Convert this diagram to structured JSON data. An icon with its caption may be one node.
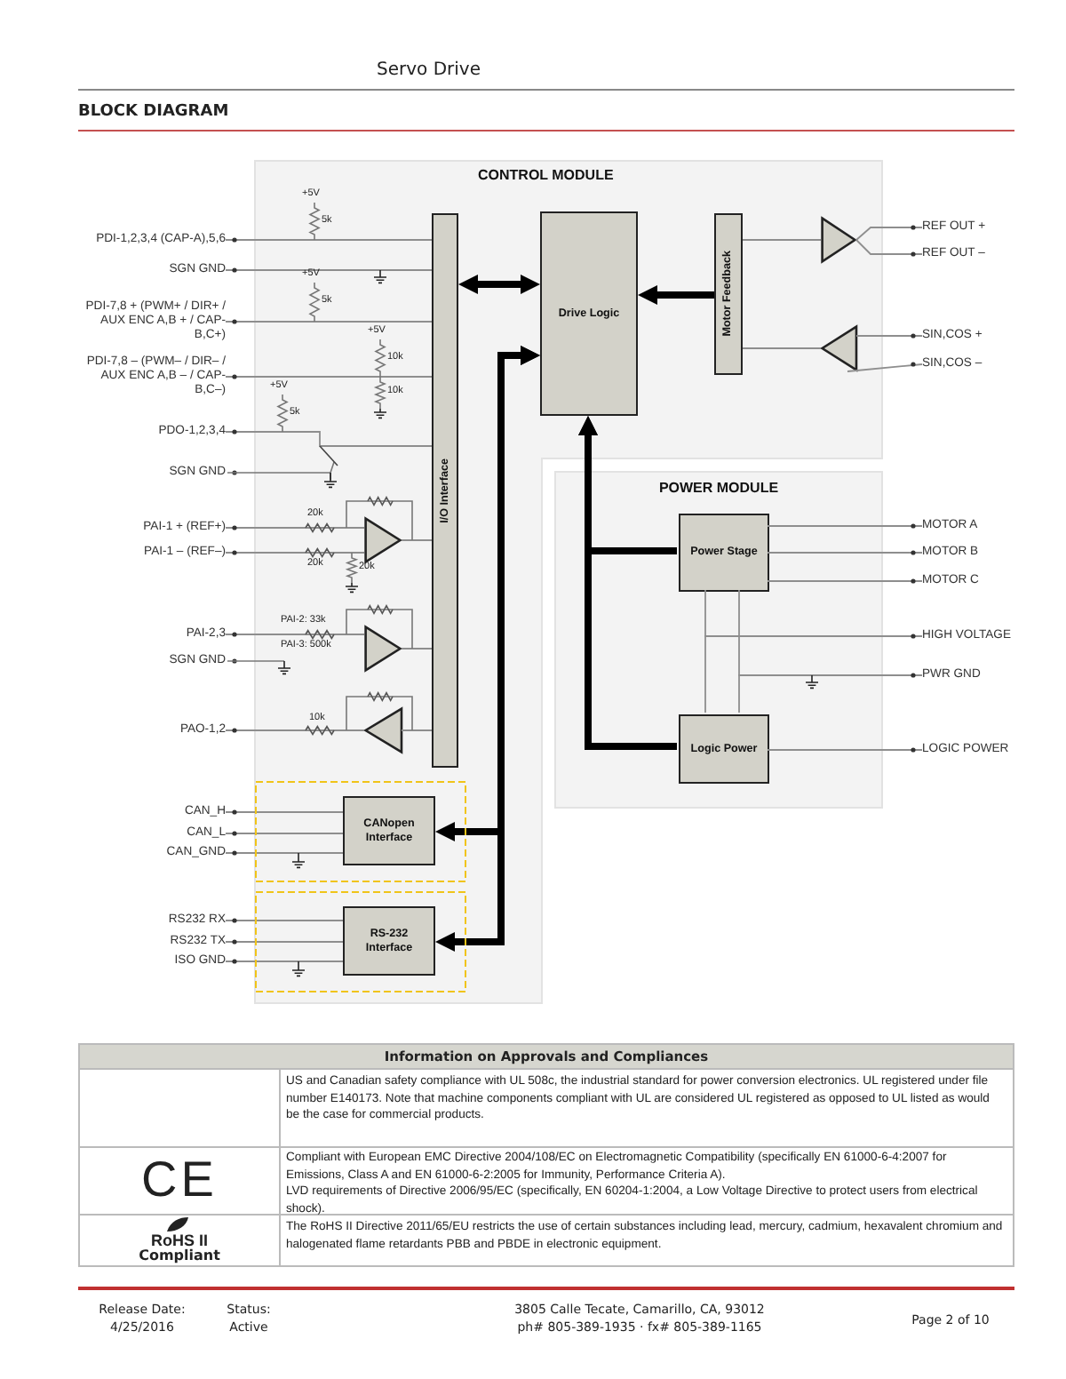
{
  "diagram": {
    "title": "BLOCK DIAGRAM",
    "nodes": [
      {
        "text": [
          "CONTROL MODULE"
        ]
      },
      {
        "text": [
          "I/O Interface"
        ],
        "in": 0
      },
      {
        "text": [
          "Drive Logic"
        ],
        "in": 0
      },
      {
        "text": [
          "Motor Feedback"
        ],
        "in": 0
      },
      {
        "text": [
          "CANopen Interface"
        ],
        "in": 0
      },
      {
        "text": [
          "RS-232 Interface"
        ],
        "in": 0
      },
      {
        "text": [],
        "shape": "triangle",
        "in": 0
      },
      {
        "text": [],
        "shape": "triangle",
        "in": 0
      },
      {
        "text": [],
        "shape": "triangle",
        "in": 0
      },
      {
        "text": [],
        "shape": "triangle",
        "in": 0
      },
      {
        "text": [],
        "shape": "triangle",
        "in": 0
      },
      {
        "text": [
          "POWER MODULE"
        ]
      },
      {
        "text": [
          "Power Stage"
        ],
        "in": 11
      },
      {
        "text": [
          "Logic Power"
        ],
        "in": 11
      },
      {
        "text": [
          "PDI-1,2,3,4 (CAP-A),5,6"
        ]
      },
      {
        "text": [
          "SGN GND"
        ]
      },
      {
        "text": [
          "PDI-7,8 + (PWM+ / DIR+ / AUX ENC A,B + / CAP-B,C+)"
        ]
      },
      {
        "text": [
          "PDI-7,8 – (PWM– / DIR– / AUX ENC A,B – / CAP-B,C–)"
        ]
      },
      {
        "text": [
          "PDO-1,2,3,4"
        ]
      },
      {
        "text": [
          "SGN GND"
        ]
      },
      {
        "text": [
          "PAI-1 + (REF+)"
        ]
      },
      {
        "text": [
          "PAI-1 – (REF–)"
        ]
      },
      {
        "text": [
          "PAI-2,3"
        ]
      },
      {
        "text": [
          "SGN GND"
        ]
      },
      {
        "text": [
          "PAO-1,2"
        ]
      },
      {
        "text": [
          "CAN_H"
        ]
      },
      {
        "text": [
          "CAN_L"
        ]
      },
      {
        "text": [
          "CAN_GND"
        ]
      },
      {
        "text": [
          "RS232 RX"
        ]
      },
      {
        "text": [
          "RS232 TX"
        ]
      },
      {
        "text": [
          "ISO GND"
        ]
      },
      {
        "text": [
          "REF OUT +"
        ]
      },
      {
        "text": [
          "REF OUT –"
        ]
      },
      {
        "text": [
          "SIN,COS +"
        ]
      },
      {
        "text": [
          "SIN,COS –"
        ]
      },
      {
        "text": [
          "MOTOR A"
        ]
      },
      {
        "text": [
          "MOTOR B"
        ]
      },
      {
        "text": [
          "MOTOR C"
        ]
      },
      {
        "text": [
          "HIGH VOLTAGE"
        ]
      },
      {
        "text": [
          "PWR GND"
        ]
      },
      {
        "text": [
          "LOGIC POWER"
        ]
      }
    ],
    "edges": [
      {
        "from": 14,
        "to": 1,
        "arrow": "none"
      },
      {
        "from": 15,
        "to": 1,
        "arrow": "none"
      },
      {
        "from": 16,
        "to": 1,
        "arrow": "none"
      },
      {
        "from": 17,
        "to": 1,
        "arrow": "none"
      },
      {
        "from": 18,
        "to": 1,
        "arrow": "none"
      },
      {
        "from": 20,
        "to": 6,
        "arrow": "none"
      },
      {
        "from": 21,
        "to": 6,
        "arrow": "none"
      },
      {
        "from": 6,
        "to": 1,
        "arrow": "none"
      },
      {
        "from": 22,
        "to": 7,
        "arrow": "none"
      },
      {
        "from": 7,
        "to": 1,
        "arrow": "none"
      },
      {
        "from": 1,
        "to": 8,
        "arrow": "none"
      },
      {
        "from": 8,
        "to": 24,
        "arrow": "none"
      },
      {
        "from": 25,
        "to": 4,
        "arrow": "none"
      },
      {
        "from": 26,
        "to": 4,
        "arrow": "none"
      },
      {
        "from": 27,
        "to": 4,
        "arrow": "none"
      },
      {
        "from": 28,
        "to": 5,
        "arrow": "none"
      },
      {
        "from": 29,
        "to": 5,
        "arrow": "none"
      },
      {
        "from": 30,
        "to": 5,
        "arrow": "none"
      },
      {
        "from": 1,
        "to": 2,
        "arrow": "both",
        "style": "thick",
        "color": "#000000"
      },
      {
        "from": 2,
        "to": 4,
        "arrow": "both",
        "style": "thick",
        "color": "#000000"
      },
      {
        "from": 2,
        "to": 5,
        "arrow": "both",
        "style": "thick",
        "color": "#000000"
      },
      {
        "from": 3,
        "to": 2,
        "arrow": "to",
        "style": "thick",
        "color": "#000000"
      },
      {
        "from": 12,
        "to": 2,
        "arrow": "to",
        "style": "thick",
        "color": "#000000"
      },
      {
        "from": 13,
        "to": 2,
        "arrow": "to",
        "style": "thick",
        "color": "#000000"
      },
      {
        "from": 3,
        "to": 9,
        "arrow": "none"
      },
      {
        "from": 9,
        "to": 31,
        "arrow": "none"
      },
      {
        "from": 9,
        "to": 32,
        "arrow": "none"
      },
      {
        "from": 33,
        "to": 10,
        "arrow": "none"
      },
      {
        "from": 34,
        "to": 10,
        "arrow": "none"
      },
      {
        "from": 10,
        "to": 3,
        "arrow": "none"
      },
      {
        "from": 12,
        "to": 35,
        "arrow": "none"
      },
      {
        "from": 12,
        "to": 36,
        "arrow": "none"
      },
      {
        "from": 12,
        "to": 37,
        "arrow": "none"
      },
      {
        "from": 38,
        "to": 12,
        "arrow": "none"
      },
      {
        "from": 38,
        "to": 13,
        "arrow": "none"
      },
      {
        "from": 39,
        "to": 12,
        "arrow": "none"
      },
      {
        "from": 39,
        "to": 13,
        "arrow": "none"
      },
      {
        "from": 13,
        "to": 40,
        "arrow": "none"
      }
    ],
    "labels": [
      "Servo Drive",
      "+5V",
      "5k",
      "+5V",
      "5k",
      "+5V",
      "10k",
      "10k",
      "+5V",
      "5k",
      "20k",
      "20k",
      "20k",
      "PAI-2: 33k",
      "PAI-3: 500k",
      "10k",
      "Information on Approvals and Compliances",
      "US and Canadian safety compliance with UL 508c, the industrial standard for power conversion electronics.  UL registered under file number E140173.  Note that machine components compliant with UL are considered UL registered as opposed to UL listed as would be the case for commercial products.",
      "CE",
      "Compliant with European EMC Directive 2004/108/EC on Electromagnetic Compatibility (specifically EN 61000-6-4:2007 for Emissions, Class A and EN 61000-6-2:2005 for Immunity, Performance Criteria A).",
      "LVD requirements of Directive 2006/95/EC (specifically, EN 60204-1:2004, a Low Voltage Directive to protect users from electrical shock).",
      "RoHS II",
      "Compliant",
      "The RoHS II Directive 2011/65/EU restricts the use of certain substances including lead, mercury, cadmium, hexavalent chromium and halogenated flame retardants PBB and PBDE in electronic equipment.",
      "Release Date:",
      "4/25/2016",
      "Status:",
      "Active",
      "3805 Calle Tecate, Camarillo, CA, 93012",
      "ph# 805-389-1935 · fx# 805-389-1165",
      "Page 2 of 10"
    ]
  }
}
